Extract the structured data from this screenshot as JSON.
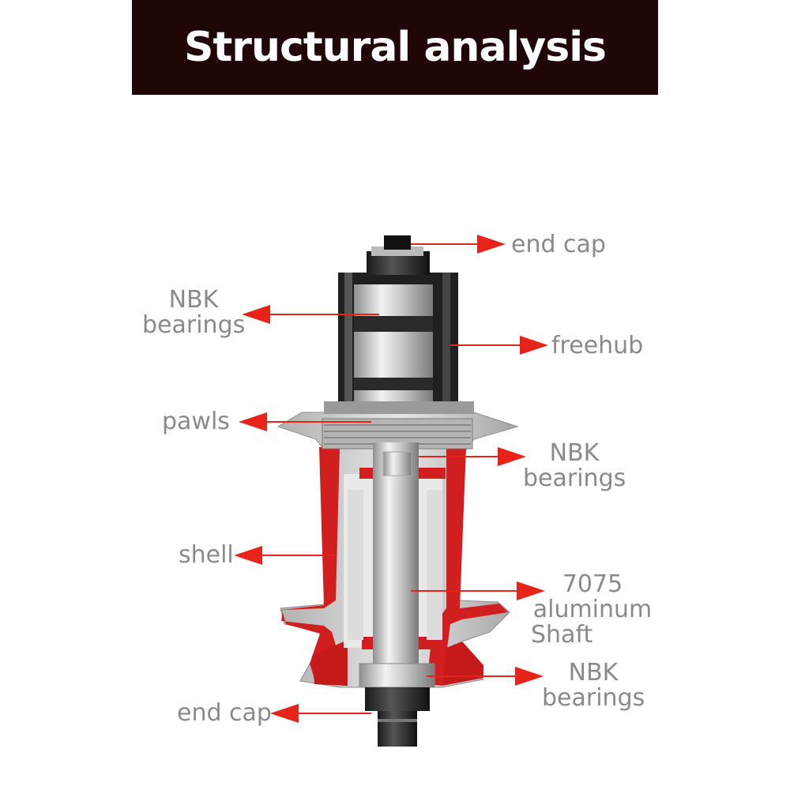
{
  "title": "Structural analysis",
  "colors": {
    "header_bg": "#200607",
    "arrow": "#e8231a",
    "label": "#8a8a8a",
    "shell_red": "#d11f1f"
  },
  "labels": {
    "end_cap_top": "end cap",
    "nbk_bearings_left_1": "NBK",
    "nbk_bearings_left_2": "bearings",
    "freehub": "freehub",
    "pawls": "pawls",
    "nbk_bearings_mid_1": "NBK",
    "nbk_bearings_mid_2": "bearings",
    "shell": "shell",
    "shaft_1": "7075",
    "shaft_2": "aluminum",
    "shaft_3": "Shaft",
    "nbk_bearings_low_1": "NBK",
    "nbk_bearings_low_2": "bearings",
    "end_cap_bottom": "end cap"
  }
}
